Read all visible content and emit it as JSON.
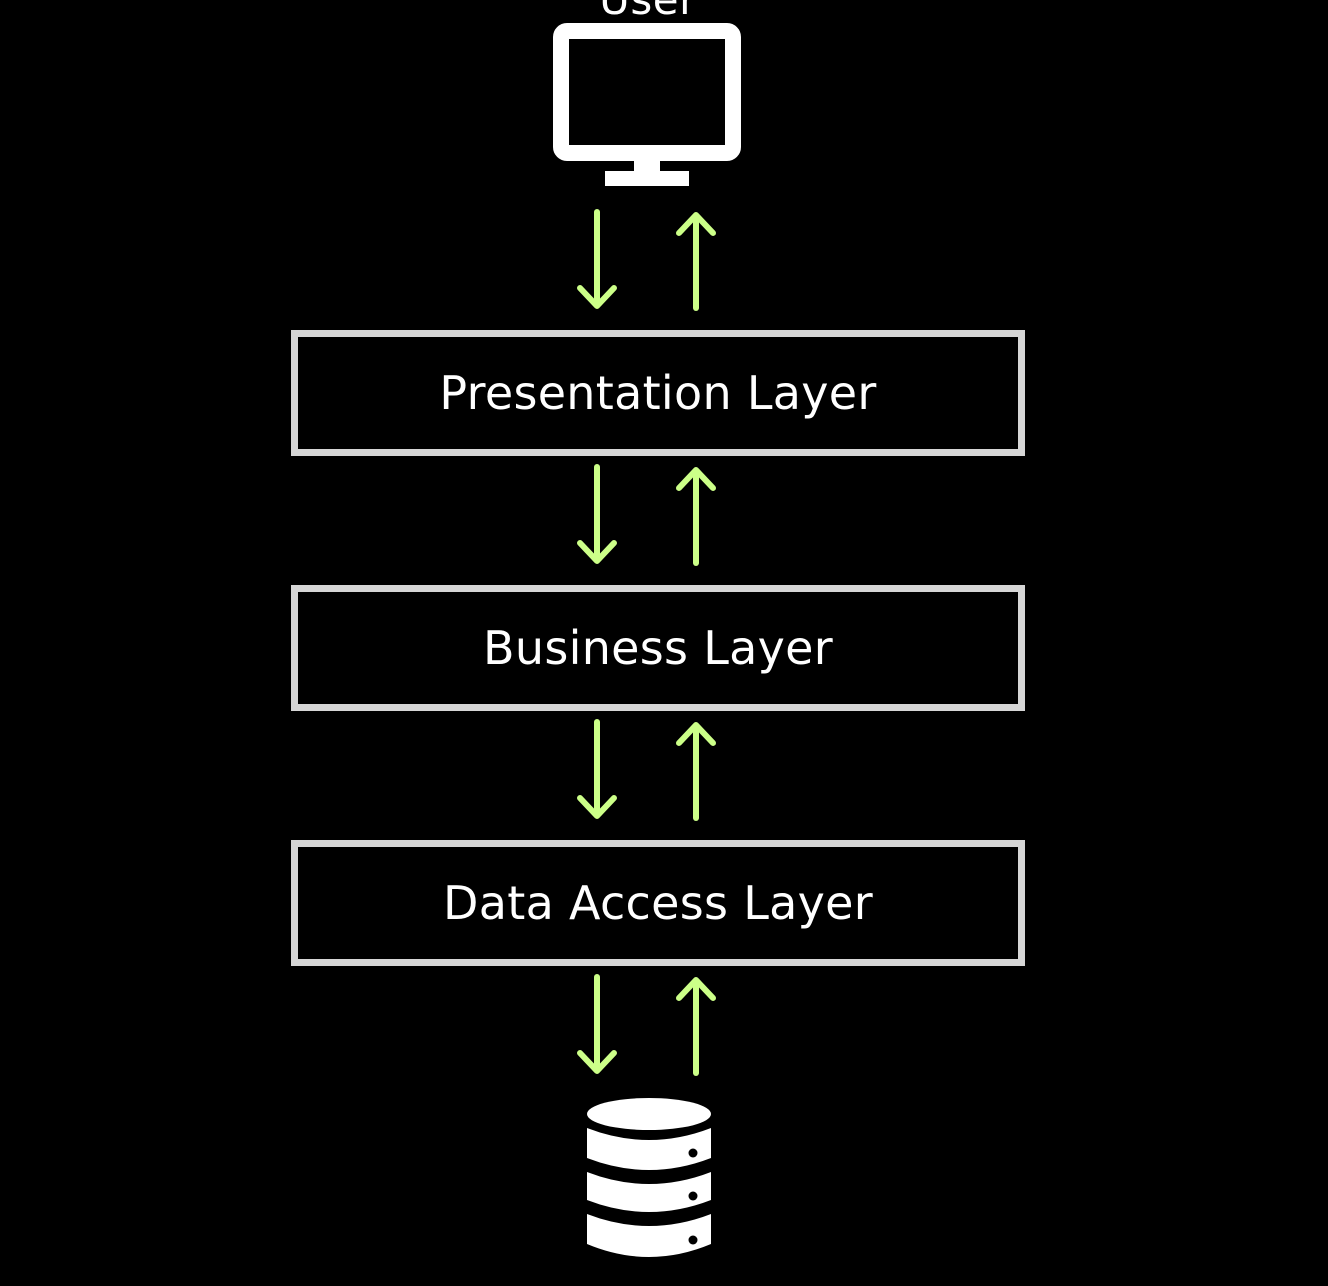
{
  "diagram": {
    "user_label": "User",
    "layers": [
      {
        "label": "Presentation Layer"
      },
      {
        "label": "Business Layer"
      },
      {
        "label": "Data Access Layer"
      }
    ],
    "top_icon": "monitor-icon",
    "bottom_icon": "database-icon"
  },
  "colors": {
    "background": "#000000",
    "box_border": "#d6d6d6",
    "text": "#ffffff",
    "arrow": "#ccff88"
  }
}
